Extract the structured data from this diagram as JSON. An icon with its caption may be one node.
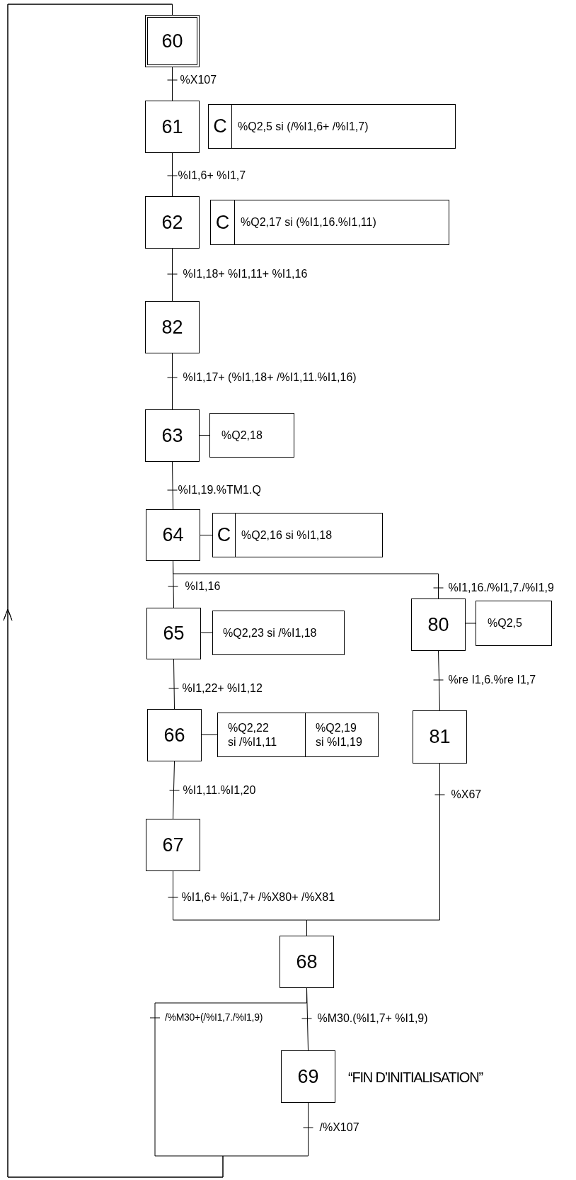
{
  "diagram": {
    "nodes": [
      {
        "text": [
          "60"
        ]
      },
      {
        "text": [
          "61"
        ]
      },
      {
        "text": [
          "C",
          "%Q2,5 si (/%I1,6+ /%I1,7)"
        ]
      },
      {
        "text": [
          "62"
        ]
      },
      {
        "text": [
          "C",
          "%Q2,17 si (%I1,16.%I1,11)"
        ]
      },
      {
        "text": [
          "82"
        ]
      },
      {
        "text": [
          "63"
        ]
      },
      {
        "text": [
          "%Q2,18"
        ]
      },
      {
        "text": [
          "64"
        ]
      },
      {
        "text": [
          "C",
          "%Q2,16 si %I1,18"
        ]
      },
      {
        "text": [
          "65"
        ]
      },
      {
        "text": [
          "%Q2,23 si /%I1,18"
        ]
      },
      {
        "text": [
          "80"
        ]
      },
      {
        "text": [
          "%Q2,5"
        ]
      },
      {
        "text": [
          "66"
        ]
      },
      {
        "text": [
          "%Q2,22 si /%I1,11",
          "%Q2,19 si %I1,19"
        ]
      },
      {
        "text": [
          "81"
        ]
      },
      {
        "text": [
          "67"
        ]
      },
      {
        "text": [
          "68"
        ]
      },
      {
        "text": [
          "69"
        ],
        "beside": [
          "“FIN D’INITIALISATION”"
        ]
      }
    ],
    "edges": [
      {
        "from": 0,
        "to": 1,
        "arrow": "none",
        "label": "%X107"
      },
      {
        "from": 1,
        "to": 3,
        "arrow": "none",
        "label": "%I1,6+ %I1,7"
      },
      {
        "from": 3,
        "to": 5,
        "arrow": "none",
        "label": "%I1,18+ %I1,11+ %I1,16"
      },
      {
        "from": 5,
        "to": 6,
        "arrow": "none",
        "label": "%I1,17+ (%I1,18+ /%I1,11.%I1,16)"
      },
      {
        "from": 6,
        "to": 7,
        "arrow": "none"
      },
      {
        "from": 6,
        "to": 8,
        "arrow": "none",
        "label": "%I1,19.%TM1.Q"
      },
      {
        "from": 8,
        "to": 9,
        "arrow": "none"
      },
      {
        "from": 8,
        "to": 10,
        "arrow": "none",
        "label": "%I1,16"
      },
      {
        "from": 8,
        "to": 12,
        "arrow": "none",
        "label": "%I1,16./%I1,7./%I1,9"
      },
      {
        "from": 10,
        "to": 11,
        "arrow": "none"
      },
      {
        "from": 10,
        "to": 14,
        "arrow": "none",
        "label": "%I1,22+ %I1,12"
      },
      {
        "from": 12,
        "to": 13,
        "arrow": "none"
      },
      {
        "from": 12,
        "to": 16,
        "arrow": "none",
        "label": "%re I1,6.%re I1,7"
      },
      {
        "from": 14,
        "to": 15,
        "arrow": "none"
      },
      {
        "from": 14,
        "to": 17,
        "arrow": "none",
        "label": "%I1,11.%I1,20"
      },
      {
        "from": 16,
        "to": 18,
        "arrow": "none",
        "label": "%X67"
      },
      {
        "from": 17,
        "to": 18,
        "arrow": "none",
        "label": "%I1,6+ %i1,7+ /%X80+ /%X81"
      },
      {
        "from": 18,
        "to": 19,
        "arrow": "none",
        "label": "%M30.(%I1,7+ %I1,9)"
      },
      {
        "from": 18,
        "to": 0,
        "arrow": "to",
        "label": "/%M30+(/%I1,7./%I1,9)"
      },
      {
        "from": 19,
        "to": 0,
        "arrow": "to",
        "label": "/%X107"
      }
    ]
  }
}
